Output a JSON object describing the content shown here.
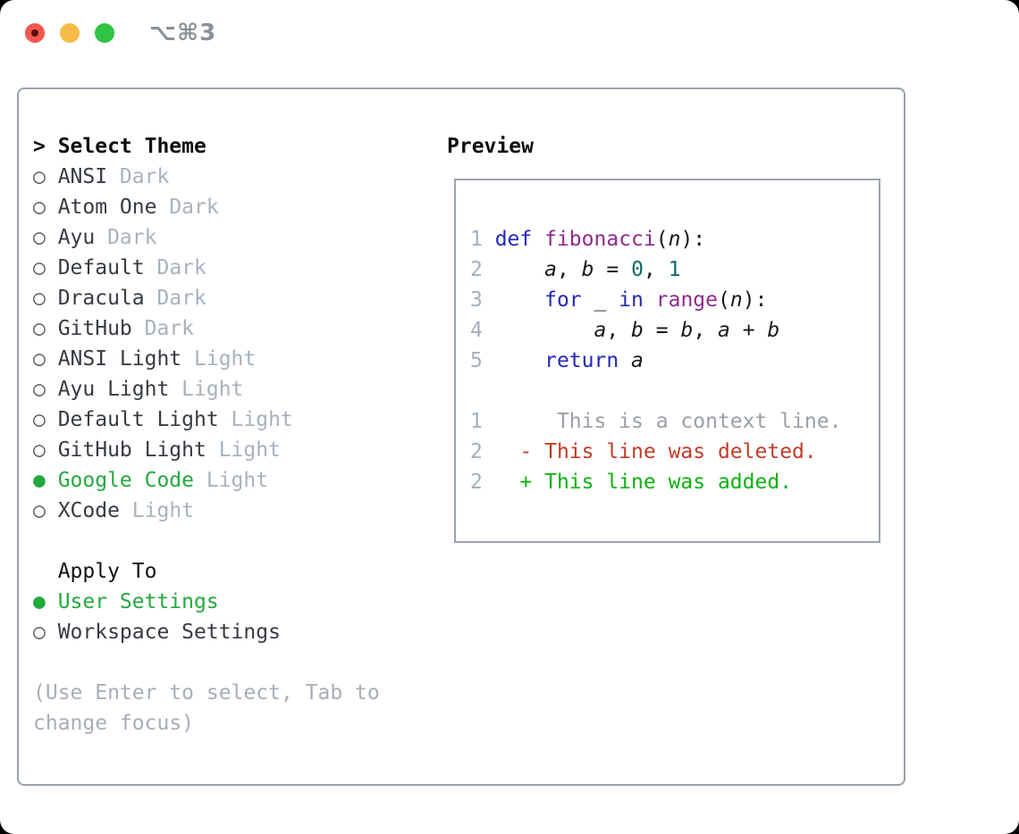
{
  "window": {
    "title": "⌥⌘3"
  },
  "colors": {
    "ui_green": "#22a93d",
    "diff_red": "#c43b28",
    "diff_green": "#0db20d",
    "kw_blue": "#2329b8",
    "fn_purple": "#8e2a8e",
    "num_teal": "#0e6b6b",
    "traffic_red": "#f2574d",
    "traffic_yellow": "#f6bc47",
    "traffic_green": "#2fc344"
  },
  "markers": {
    "selected": "●",
    "unselected": "○",
    "prompt": ">"
  },
  "left": {
    "title": "Select Theme",
    "themes": [
      {
        "name": "ANSI",
        "variant": "Dark",
        "selected": false
      },
      {
        "name": "Atom One",
        "variant": "Dark",
        "selected": false
      },
      {
        "name": "Ayu",
        "variant": "Dark",
        "selected": false
      },
      {
        "name": "Default",
        "variant": "Dark",
        "selected": false
      },
      {
        "name": "Dracula",
        "variant": "Dark",
        "selected": false
      },
      {
        "name": "GitHub",
        "variant": "Dark",
        "selected": false
      },
      {
        "name": "ANSI Light",
        "variant": "Light",
        "selected": false
      },
      {
        "name": "Ayu Light",
        "variant": "Light",
        "selected": false
      },
      {
        "name": "Default Light",
        "variant": "Light",
        "selected": false
      },
      {
        "name": "GitHub Light",
        "variant": "Light",
        "selected": false
      },
      {
        "name": "Google Code",
        "variant": "Light",
        "selected": true
      },
      {
        "name": "XCode",
        "variant": "Light",
        "selected": false
      }
    ],
    "apply_to": {
      "heading": "Apply To",
      "options": [
        {
          "label": "User Settings",
          "selected": true
        },
        {
          "label": "Workspace Settings",
          "selected": false
        }
      ]
    },
    "hint": "(Use Enter to select, Tab to change focus)"
  },
  "preview": {
    "title": "Preview",
    "code_lines": [
      [
        [
          "ln",
          "1 "
        ],
        [
          "kw",
          "def"
        ],
        [
          "pl",
          " "
        ],
        [
          "fn",
          "fibonacci"
        ],
        [
          "pl",
          "("
        ],
        [
          "va",
          "n"
        ],
        [
          "pl",
          "):"
        ]
      ],
      [
        [
          "ln",
          "2 "
        ],
        [
          "pl",
          "    "
        ],
        [
          "va",
          "a"
        ],
        [
          "pl",
          ", "
        ],
        [
          "va",
          "b"
        ],
        [
          "pl",
          " = "
        ],
        [
          "num",
          "0"
        ],
        [
          "pl",
          ", "
        ],
        [
          "num",
          "1"
        ]
      ],
      [
        [
          "ln",
          "3 "
        ],
        [
          "pl",
          "    "
        ],
        [
          "kw",
          "for"
        ],
        [
          "pl",
          " _ "
        ],
        [
          "kw",
          "in"
        ],
        [
          "pl",
          " "
        ],
        [
          "fn",
          "range"
        ],
        [
          "pl",
          "("
        ],
        [
          "va",
          "n"
        ],
        [
          "pl",
          "):"
        ]
      ],
      [
        [
          "ln",
          "4 "
        ],
        [
          "pl",
          "        "
        ],
        [
          "va",
          "a"
        ],
        [
          "pl",
          ", "
        ],
        [
          "va",
          "b"
        ],
        [
          "pl",
          " = "
        ],
        [
          "va",
          "b"
        ],
        [
          "pl",
          ", "
        ],
        [
          "va",
          "a"
        ],
        [
          "pl",
          " + "
        ],
        [
          "va",
          "b"
        ]
      ],
      [
        [
          "ln",
          "5 "
        ],
        [
          "pl",
          "    "
        ],
        [
          "kw",
          "return"
        ],
        [
          "pl",
          " "
        ],
        [
          "va",
          "a"
        ]
      ],
      [],
      [
        [
          "ln",
          "1 "
        ],
        [
          "ctx",
          "     This is a context line."
        ]
      ],
      [
        [
          "ln",
          "2 "
        ],
        [
          "del",
          "  - This line was deleted."
        ]
      ],
      [
        [
          "ln",
          "2 "
        ],
        [
          "add",
          "  + This line was added."
        ]
      ]
    ]
  }
}
